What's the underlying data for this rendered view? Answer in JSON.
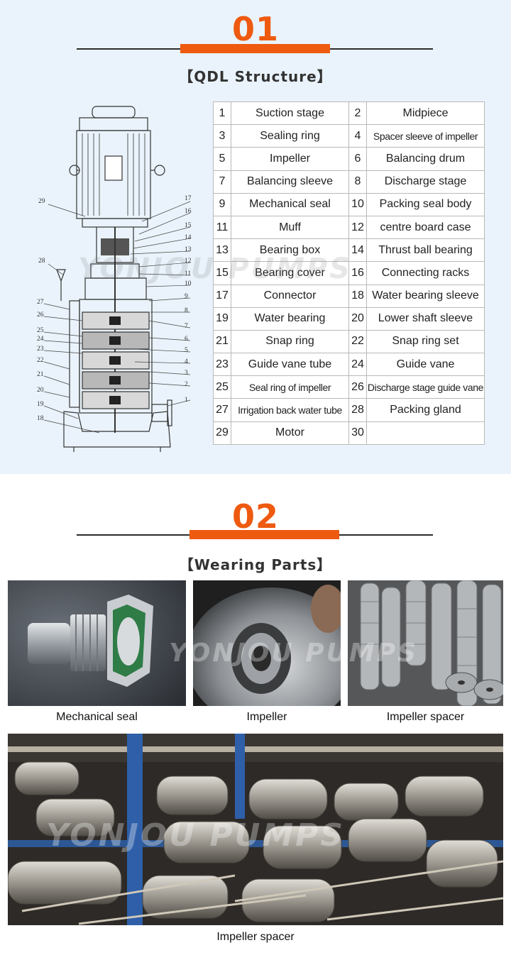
{
  "section1": {
    "number": "01",
    "title": "【QDL Structure】",
    "parts": [
      {
        "no": "1",
        "name": "Suction stage"
      },
      {
        "no": "2",
        "name": "Midpiece"
      },
      {
        "no": "3",
        "name": "Sealing ring"
      },
      {
        "no": "4",
        "name": "Spacer sleeve of impeller"
      },
      {
        "no": "5",
        "name": "Impeller"
      },
      {
        "no": "6",
        "name": "Balancing drum"
      },
      {
        "no": "7",
        "name": "Balancing sleeve"
      },
      {
        "no": "8",
        "name": "Discharge stage"
      },
      {
        "no": "9",
        "name": "Mechanical seal"
      },
      {
        "no": "10",
        "name": "Packing seal body"
      },
      {
        "no": "11",
        "name": "Muff"
      },
      {
        "no": "12",
        "name": "centre board case"
      },
      {
        "no": "13",
        "name": "Bearing box"
      },
      {
        "no": "14",
        "name": "Thrust ball bearing"
      },
      {
        "no": "15",
        "name": "Bearing cover"
      },
      {
        "no": "16",
        "name": "Connecting racks"
      },
      {
        "no": "17",
        "name": "Connector"
      },
      {
        "no": "18",
        "name": "Water bearing sleeve"
      },
      {
        "no": "19",
        "name": "Water bearing"
      },
      {
        "no": "20",
        "name": "Lower shaft sleeve"
      },
      {
        "no": "21",
        "name": "Snap ring"
      },
      {
        "no": "22",
        "name": "Snap ring set"
      },
      {
        "no": "23",
        "name": "Guide vane tube"
      },
      {
        "no": "24",
        "name": "Guide vane"
      },
      {
        "no": "25",
        "name": "Seal ring of impeller"
      },
      {
        "no": "26",
        "name": "Discharge stage guide vane"
      },
      {
        "no": "27",
        "name": "Irrigation back water tube"
      },
      {
        "no": "28",
        "name": "Packing gland"
      },
      {
        "no": "29",
        "name": "Motor"
      },
      {
        "no": "30",
        "name": ""
      }
    ],
    "diagram_labels_left": [
      "29",
      "28",
      "27",
      "26",
      "25",
      "24",
      "23",
      "22",
      "21",
      "20",
      "19",
      "18"
    ],
    "diagram_labels_right": [
      "17",
      "16",
      "15",
      "14",
      "13",
      "12",
      "11",
      "10",
      "9",
      "8",
      "7",
      "6",
      "5",
      "4",
      "3",
      "2",
      "1"
    ]
  },
  "section2": {
    "number": "02",
    "title": "【Wearing Parts】",
    "watermark": "YONJOU PUMPS",
    "photos": [
      {
        "caption": "Mechanical seal"
      },
      {
        "caption": "Impeller"
      },
      {
        "caption": "Impeller  spacer"
      }
    ],
    "bottom_caption": "Impeller  spacer"
  },
  "colors": {
    "accent": "#ee5a10",
    "panel": "#eaf3fb"
  }
}
